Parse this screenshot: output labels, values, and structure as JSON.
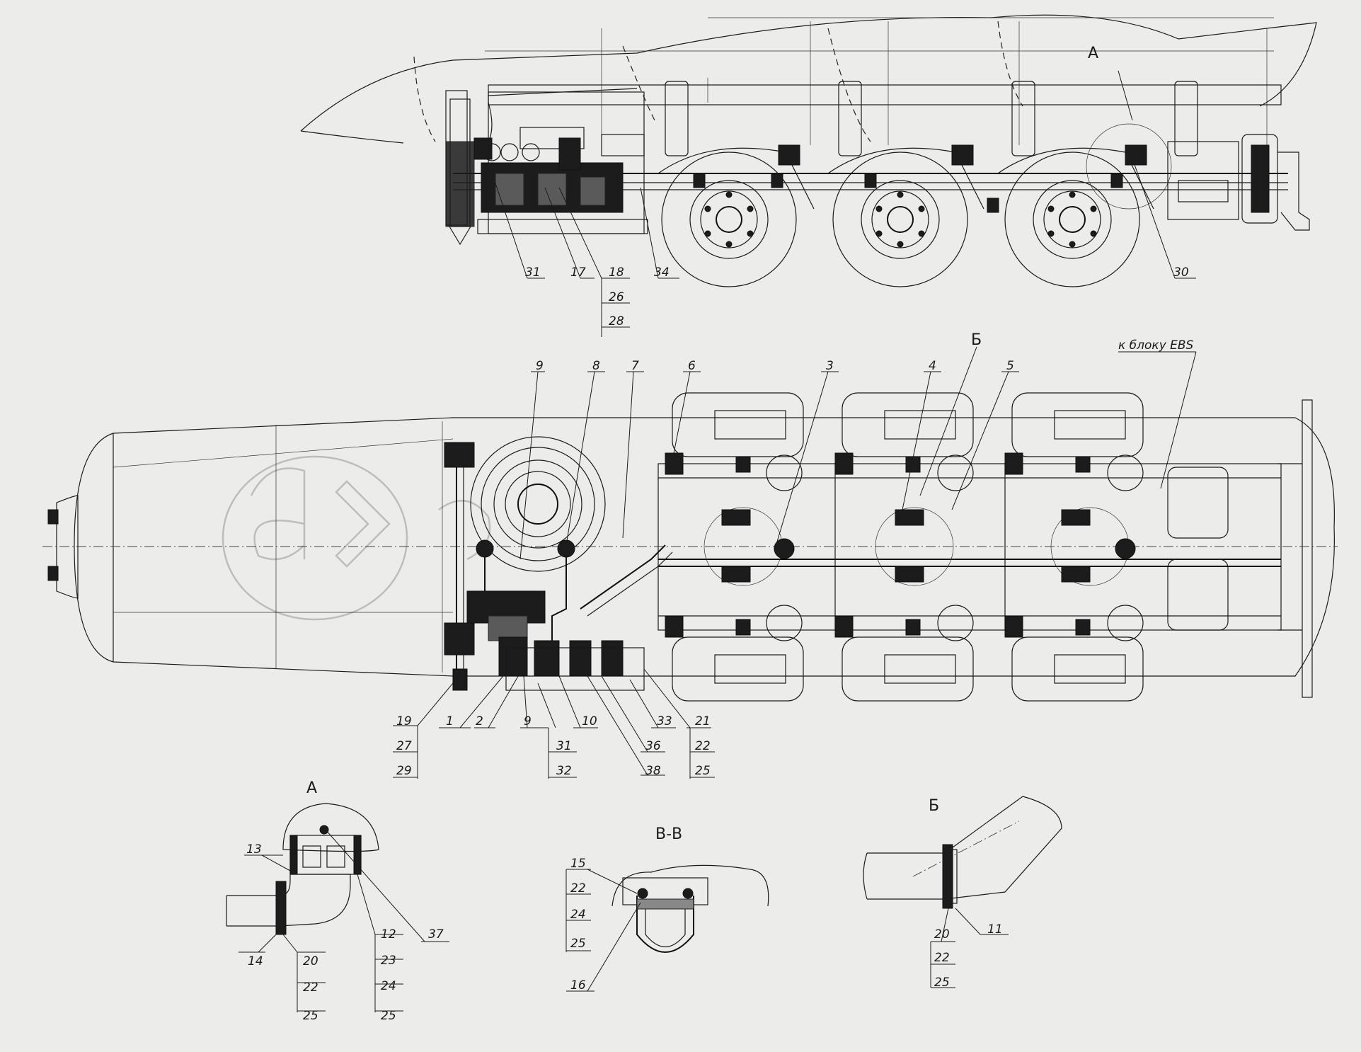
{
  "views": {
    "side": {
      "callouts": [
        {
          "key": "c31",
          "text": "31"
        },
        {
          "key": "c17",
          "text": "17"
        },
        {
          "key": "c18",
          "text": "18"
        },
        {
          "key": "c26",
          "text": "26"
        },
        {
          "key": "c28",
          "text": "28"
        },
        {
          "key": "c34",
          "text": "34"
        },
        {
          "key": "c30",
          "text": "30"
        }
      ],
      "detail_marker": "А"
    },
    "top": {
      "callouts_upper": [
        {
          "key": "c9",
          "text": "9"
        },
        {
          "key": "c8",
          "text": "8"
        },
        {
          "key": "c7",
          "text": "7"
        },
        {
          "key": "c6",
          "text": "6"
        },
        {
          "key": "c3",
          "text": "3"
        },
        {
          "key": "c4",
          "text": "4"
        },
        {
          "key": "c5",
          "text": "5"
        }
      ],
      "detail_marker": "Б",
      "ebs_note": "к блоку EBS",
      "callouts_lower": [
        {
          "key": "c19",
          "text": "19"
        },
        {
          "key": "c27",
          "text": "27"
        },
        {
          "key": "c29",
          "text": "29"
        },
        {
          "key": "c1",
          "text": "1"
        },
        {
          "key": "c2",
          "text": "2"
        },
        {
          "key": "c9b",
          "text": "9"
        },
        {
          "key": "c31b",
          "text": "31"
        },
        {
          "key": "c32",
          "text": "32"
        },
        {
          "key": "c10",
          "text": "10"
        },
        {
          "key": "c36",
          "text": "36"
        },
        {
          "key": "c38",
          "text": "38"
        },
        {
          "key": "c33",
          "text": "33"
        },
        {
          "key": "c21",
          "text": "21"
        },
        {
          "key": "c22",
          "text": "22"
        },
        {
          "key": "c25",
          "text": "25"
        }
      ]
    },
    "detail_a": {
      "title": "А",
      "callouts": [
        {
          "key": "c13",
          "text": "13"
        },
        {
          "key": "c14",
          "text": "14"
        },
        {
          "key": "c20",
          "text": "20"
        },
        {
          "key": "c22",
          "text": "22"
        },
        {
          "key": "c25",
          "text": "25"
        },
        {
          "key": "c12",
          "text": "12"
        },
        {
          "key": "c23",
          "text": "23"
        },
        {
          "key": "c24",
          "text": "24"
        },
        {
          "key": "c25b",
          "text": "25"
        },
        {
          "key": "c37",
          "text": "37"
        }
      ]
    },
    "section_vv": {
      "title": "В-В",
      "callouts": [
        {
          "key": "c15",
          "text": "15"
        },
        {
          "key": "c22",
          "text": "22"
        },
        {
          "key": "c24",
          "text": "24"
        },
        {
          "key": "c25",
          "text": "25"
        },
        {
          "key": "c16",
          "text": "16"
        }
      ]
    },
    "detail_b": {
      "title": "Б",
      "callouts": [
        {
          "key": "c20",
          "text": "20"
        },
        {
          "key": "c22",
          "text": "22"
        },
        {
          "key": "c25",
          "text": "25"
        },
        {
          "key": "c11",
          "text": "11"
        }
      ]
    }
  }
}
